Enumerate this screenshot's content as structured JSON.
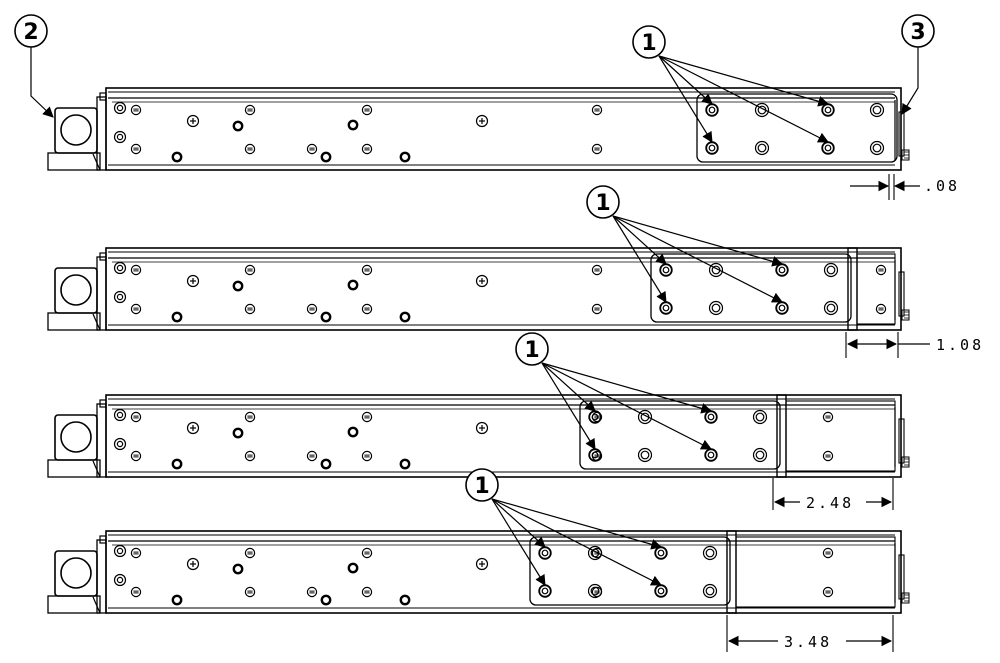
{
  "callouts": {
    "top_left": "2",
    "top_right": "3",
    "bracket": "1"
  },
  "dimensions": [
    {
      "value": ".08"
    },
    {
      "value": "1.08"
    },
    {
      "value": "2.48"
    },
    {
      "value": "3.48"
    }
  ],
  "colors": {
    "line": "#000000",
    "background": "#ffffff"
  }
}
